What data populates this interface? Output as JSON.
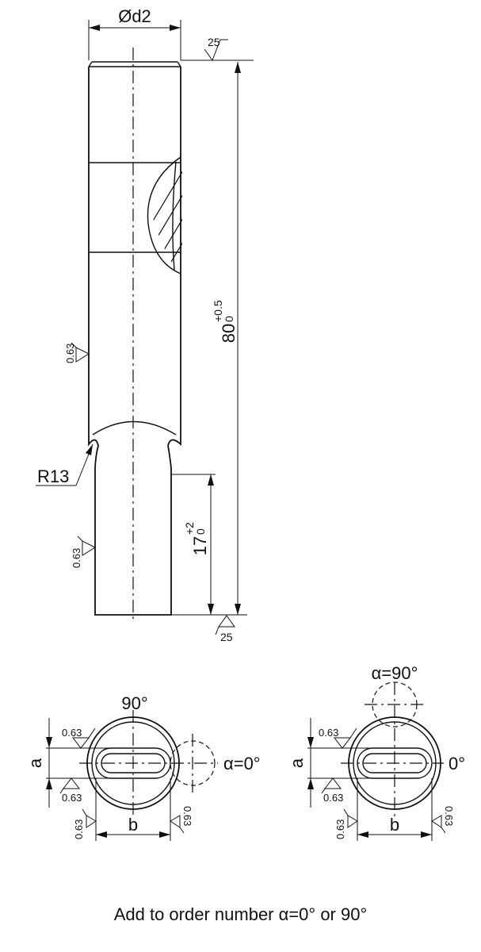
{
  "labels": {
    "diameter": "Ød2",
    "length_main": "80",
    "length_main_tol_upper": "+0.5",
    "length_main_tol_lower": "0",
    "length_tip": "17",
    "length_tip_tol_upper": "+2",
    "length_tip_tol_lower": "0",
    "radius": "R13",
    "surface_25": "25",
    "surface_063": "0.63",
    "dim_a": "a",
    "dim_b": "b",
    "angle_90": "90°",
    "angle_0_left": "α=0°",
    "angle_90_right": "α=90°",
    "angle_0_right": "0°"
  },
  "caption": "Add to order number α=0° or 90°"
}
